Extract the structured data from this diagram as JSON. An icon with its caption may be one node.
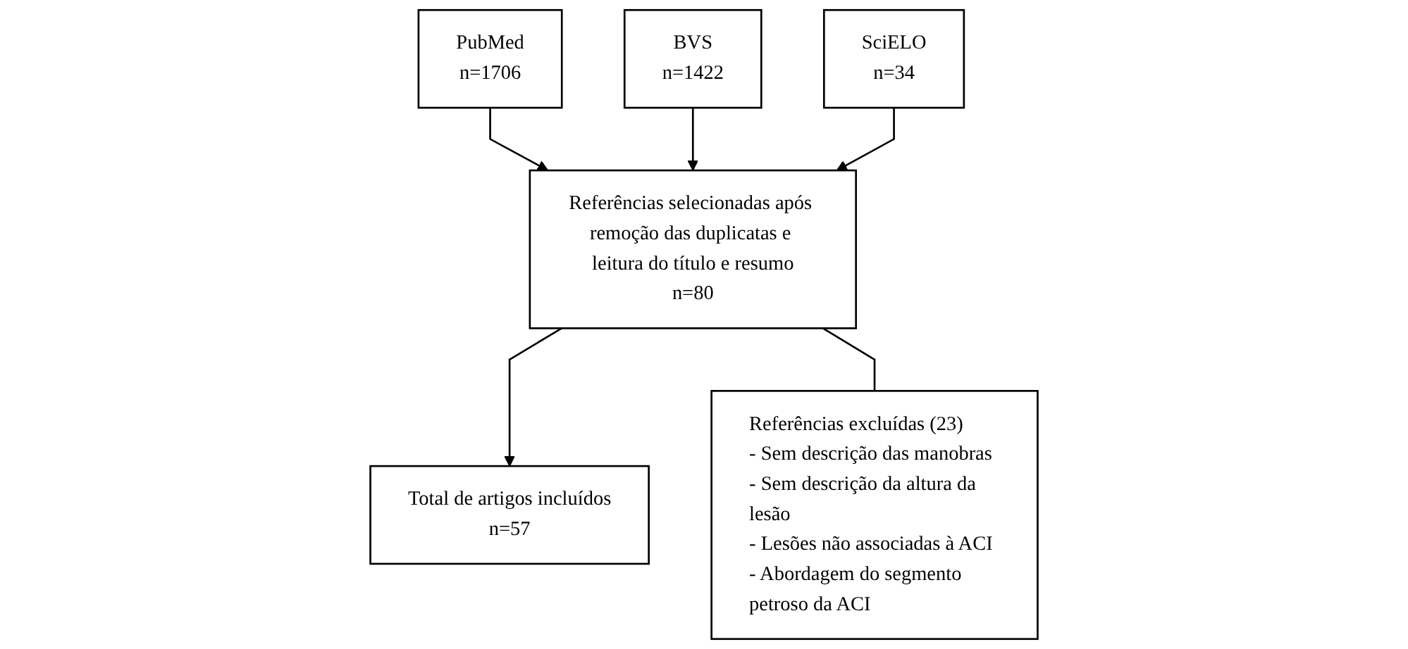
{
  "diagram": {
    "nodes": [
      {
        "text": [
          "PubMed",
          "n=1706"
        ]
      },
      {
        "text": [
          "BVS",
          "n=1422"
        ]
      },
      {
        "text": [
          "SciELO",
          "n=34"
        ]
      },
      {
        "text": [
          "Referências selecionadas após remoção das duplicatas e leitura do título e resumo",
          "n=80"
        ]
      },
      {
        "text": [
          "Total de artigos incluídos",
          "n=57"
        ]
      },
      {
        "text": [
          "Referências excluídas (23)",
          "- Sem descrição das manobras",
          "- Sem descrição da altura da lesão",
          "- Lesões não associadas à ACI",
          "- Abordagem do segmento petroso da ACI"
        ]
      }
    ],
    "edges": [
      {
        "from": 0,
        "to": 3,
        "arrow": "to"
      },
      {
        "from": 1,
        "to": 3,
        "arrow": "to"
      },
      {
        "from": 2,
        "to": 3,
        "arrow": "to"
      },
      {
        "from": 3,
        "to": 4,
        "arrow": "to"
      },
      {
        "from": 3,
        "to": 5,
        "arrow": "none"
      }
    ]
  }
}
